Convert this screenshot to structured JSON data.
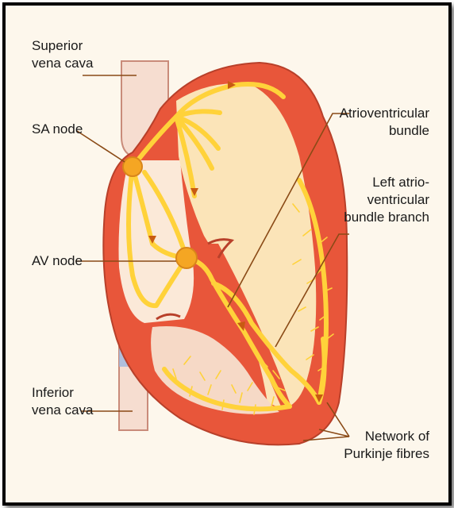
{
  "labels": {
    "superior_vena_cava": "Superior\nvena cava",
    "sa_node": "SA node",
    "av_node": "AV node",
    "inferior_vena_cava": "Inferior\nvena cava",
    "atrioventricular_bundle": "Atrioventricular\nbundle",
    "left_bundle_branch": "Left atrio-\nventricular\nbundle branch",
    "purkinje_network": "Network of\nPurkinje fibres"
  },
  "colors": {
    "background": "#fdf7ec",
    "myocardium": "#e8563a",
    "chamber": "#fbe4b8",
    "vessel": "#f6ddd0",
    "conduction": "#ffd23a",
    "node": "#f5a623",
    "leader_line": "#8a4a16",
    "vein_blue": "#9fb8de"
  }
}
